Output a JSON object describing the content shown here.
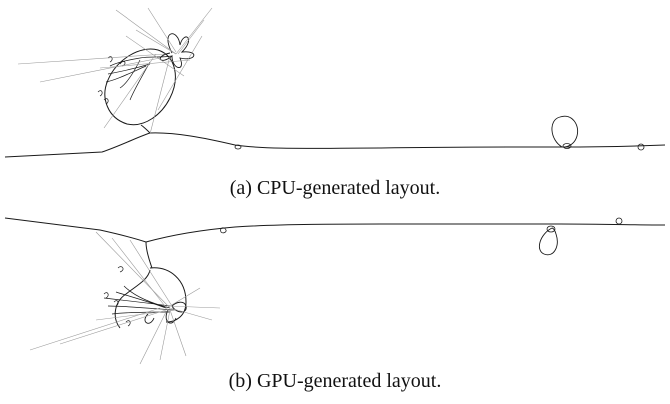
{
  "figures": [
    {
      "id": "a",
      "caption": "(a) CPU-generated layout."
    },
    {
      "id": "b",
      "caption": "(b) GPU-generated layout."
    }
  ],
  "colors": {
    "edge": "#1a1a1a",
    "faint_edge": "#9a9a9a",
    "background": "#ffffff"
  }
}
